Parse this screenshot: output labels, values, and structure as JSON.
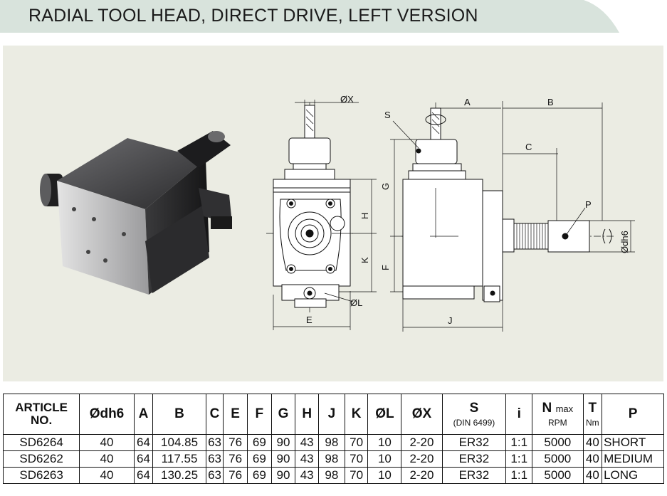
{
  "page": {
    "title": "RADIAL TOOL HEAD, DIRECT DRIVE, LEFT VERSION"
  },
  "drawing": {
    "labels": {
      "ox": "ØX",
      "a": "A",
      "b": "B",
      "c": "C",
      "s": "S",
      "g": "G",
      "h": "H",
      "k": "K",
      "f": "F",
      "p": "P",
      "odh6": "Ødh6",
      "ol": "ØL",
      "e": "E",
      "j": "J"
    }
  },
  "table": {
    "headers": {
      "article_line1": "ARTICLE",
      "article_line2": "NO.",
      "odh6": "Ødh6",
      "a": "A",
      "b": "B",
      "c": "C",
      "e": "E",
      "f": "F",
      "g": "G",
      "h": "H",
      "j": "J",
      "k": "K",
      "ol": "ØL",
      "ox": "ØX",
      "s": "S",
      "s_sub": "(DIN 6499)",
      "i": "i",
      "n": "N",
      "n_max": "max",
      "n_unit": "RPM",
      "t": "T",
      "t_unit": "Nm",
      "p": "P"
    },
    "rows": [
      {
        "article": "SD6264",
        "odh6": "40",
        "a": "64",
        "b": "104.85",
        "c": "63",
        "e": "76",
        "f": "69",
        "g": "90",
        "h": "43",
        "j": "98",
        "k": "70",
        "ol": "10",
        "ox": "2-20",
        "s": "ER32",
        "i": "1:1",
        "n": "5000",
        "t": "40",
        "p": "SHORT"
      },
      {
        "article": "SD6262",
        "odh6": "40",
        "a": "64",
        "b": "117.55",
        "c": "63",
        "e": "76",
        "f": "69",
        "g": "90",
        "h": "43",
        "j": "98",
        "k": "70",
        "ol": "10",
        "ox": "2-20",
        "s": "ER32",
        "i": "1:1",
        "n": "5000",
        "t": "40",
        "p": "MEDIUM"
      },
      {
        "article": "SD6263",
        "odh6": "40",
        "a": "64",
        "b": "130.25",
        "c": "63",
        "e": "76",
        "f": "69",
        "g": "90",
        "h": "43",
        "j": "98",
        "k": "70",
        "ol": "10",
        "ox": "2-20",
        "s": "ER32",
        "i": "1:1",
        "n": "5000",
        "t": "40",
        "p": "LONG"
      }
    ]
  },
  "colors": {
    "title_band": "#d8e3dc",
    "figure_bg": "#ebece3"
  }
}
